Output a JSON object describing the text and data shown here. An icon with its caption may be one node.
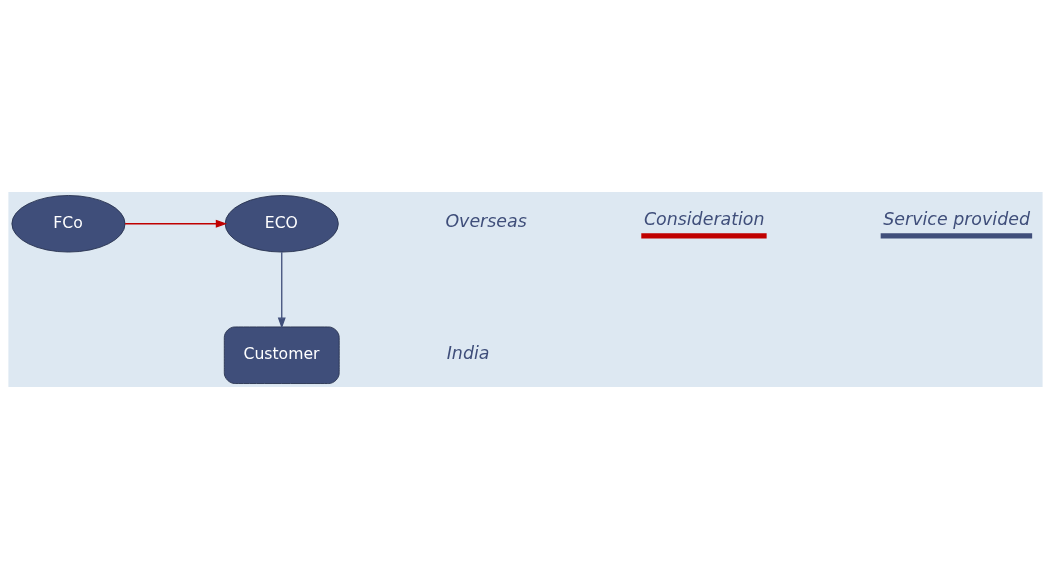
{
  "diagram": {
    "nodes": [
      {
        "text": [
          "ECO"
        ]
      },
      {
        "text": [
          "FCo"
        ]
      },
      {
        "text": [
          "Customer"
        ]
      }
    ],
    "edges": [
      {
        "from": 1,
        "to": 0,
        "arrow": "to",
        "color": "#c00000"
      },
      {
        "from": 0,
        "to": 2,
        "arrow": "to",
        "color": "#3f4e7a"
      }
    ],
    "labels": [
      "Overseas",
      "India"
    ],
    "legend": [
      {
        "text": "Consideration",
        "color": "#c00000"
      },
      {
        "text": "Service provided",
        "color": "#3f4e7a"
      }
    ]
  }
}
